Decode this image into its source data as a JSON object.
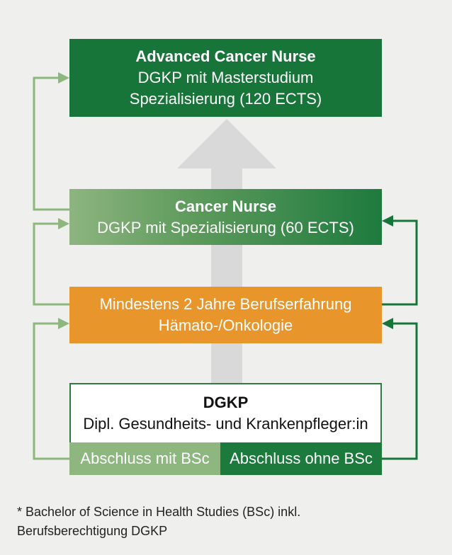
{
  "top_box": {
    "title": "Advanced Cancer Nurse",
    "line2": "DGKP mit Masterstudium",
    "line3": "Spezialisierung (120 ECTS)"
  },
  "middle_box": {
    "title": "Cancer Nurse",
    "line2": "DGKP mit Spezialisierung (60 ECTS)"
  },
  "experience_box": {
    "line1": "Mindestens 2 Jahre Berufserfahrung",
    "line2": "Hämato-/Onkologie"
  },
  "dgkp_box": {
    "title": "DGKP",
    "line2": "Dipl. Gesundheits- und Krankenpfleger:in"
  },
  "paths": {
    "with_bsc": "Abschluss mit BSc",
    "without_bsc": "Abschluss ohne BSc"
  },
  "footnote": {
    "line1": "* Bachelor of Science in Health Studies (BSc) inkl.",
    "line2": "Berufsberechtigung DGKP"
  },
  "colors": {
    "dark_green": "#18753a",
    "light_green": "#8eb67f",
    "orange": "#e8952c",
    "grey_arrow": "#d9d9d9"
  }
}
